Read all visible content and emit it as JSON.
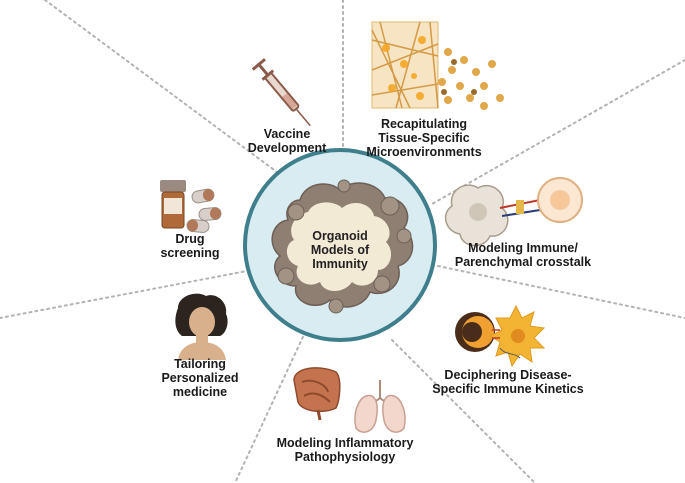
{
  "center": {
    "lines": [
      "Organoid",
      "Models of",
      "Immunity"
    ]
  },
  "topics": [
    {
      "id": "vaccine",
      "lines": [
        "Vaccine",
        "Development"
      ],
      "icon": "syringe-icon"
    },
    {
      "id": "tissue",
      "lines": [
        "Recapitulating",
        "Tissue-Specific",
        "Microenvironments"
      ],
      "icon": "tissue-matrix-icon"
    },
    {
      "id": "crosstalk",
      "lines": [
        "Modeling Immune/",
        "Parenchymal crosstalk"
      ],
      "icon": "cell-interaction-icon"
    },
    {
      "id": "kinetics",
      "lines": [
        "Deciphering Disease-",
        "Specific Immune Kinetics"
      ],
      "icon": "immune-cells-icon"
    },
    {
      "id": "inflammatory",
      "lines": [
        "Modeling Inflammatory",
        "Pathophysiology"
      ],
      "icon": "intestine-lungs-icon"
    },
    {
      "id": "personalized",
      "lines": [
        "Tailoring",
        "Personalized",
        "medicine"
      ],
      "icon": "person-icon"
    },
    {
      "id": "drug",
      "lines": [
        "Drug",
        "screening"
      ],
      "icon": "pill-bottle-icon"
    }
  ],
  "colors": {
    "center_fill": "#d8ecf2",
    "center_ring": "#3f7f8c",
    "organoid_outer": "#8e7f72",
    "organoid_inner": "#f3ead6",
    "divider": "#b3b3b3"
  }
}
